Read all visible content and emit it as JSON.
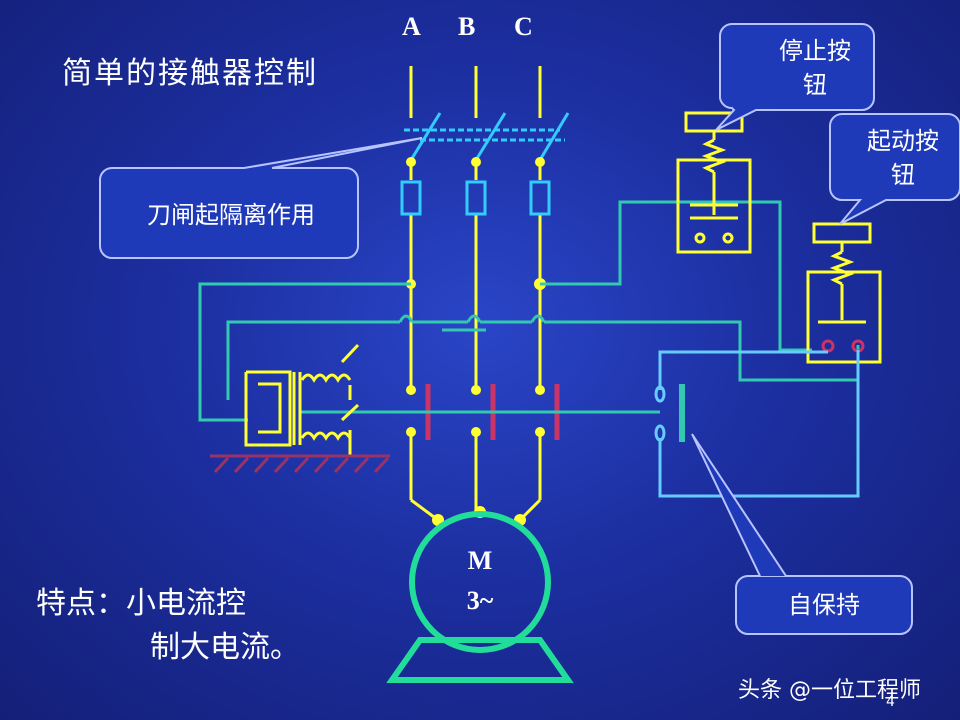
{
  "title": "简单的接触器控制",
  "phases": [
    "A",
    "B",
    "C"
  ],
  "callouts": {
    "stop_button": "停止按钮",
    "start_button": "起动按钮",
    "knife_switch": "刀闸起隔离作用",
    "self_hold": "自保持"
  },
  "motor": {
    "line1": "M",
    "line2": "3~"
  },
  "feature": {
    "line1": "特点：小电流控",
    "line2": "制大电流。"
  },
  "watermark": "头条 @一位工程师",
  "page_number": "4",
  "colors": {
    "background": "#1c2fa0",
    "power_line": "#ffff33",
    "control_line": "#33c9b0",
    "blue_line": "#66ccff",
    "contact": "#cc3366",
    "fuse": "#33ccff",
    "motor": "#22dd99",
    "callout_fill": "#1f3ab8",
    "callout_border": "#b8c4ff",
    "ground": "#993366"
  }
}
